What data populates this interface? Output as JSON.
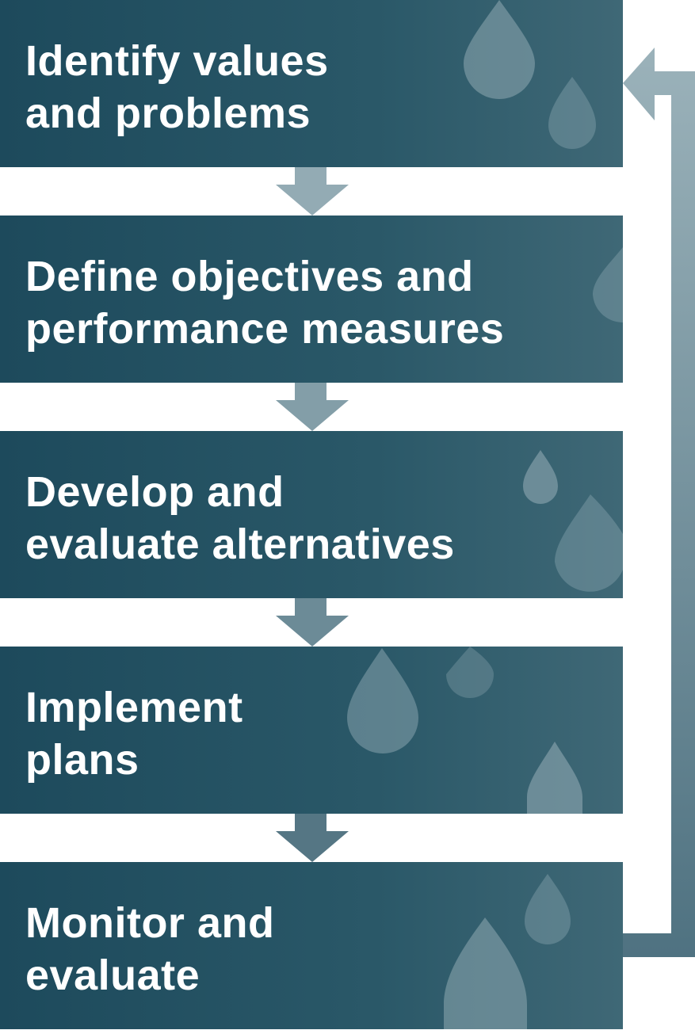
{
  "steps": [
    {
      "line1": "Identify values",
      "line2": "and problems"
    },
    {
      "line1": "Define objectives and",
      "line2": "performance measures"
    },
    {
      "line1": "Develop and",
      "line2": "evaluate alternatives"
    },
    {
      "line1": "Implement",
      "line2": "plans"
    },
    {
      "line1": "Monitor and",
      "line2": "evaluate"
    }
  ],
  "colors": {
    "box_dark": "#1d4a5c",
    "box_light": "#3f6876",
    "arrow_light": "#93abb4",
    "arrow_dark": "#4f7281",
    "drop": "#8fa9b3"
  },
  "icons": [
    "water-drop-icon",
    "down-arrow-icon",
    "feedback-loop-arrow-icon"
  ]
}
